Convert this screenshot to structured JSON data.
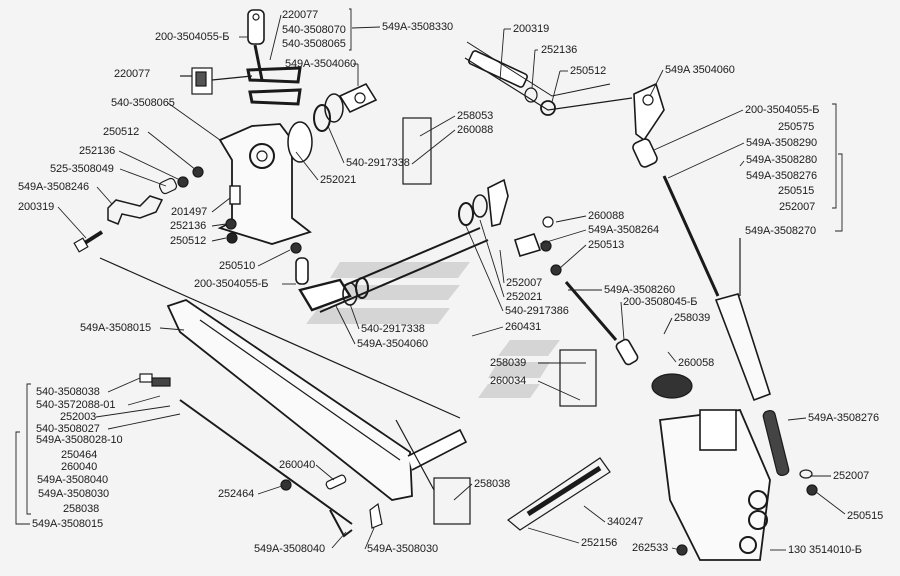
{
  "title": "Gear shift mechanism (exploded parts diagram)",
  "labels": {
    "top_group": [
      "220077",
      "540-3508070",
      "540-3508065"
    ],
    "top_group_assembly": "549A-3508330",
    "l_200_3504055_b_top": "200-3504055-Б",
    "l_220077_left": "220077",
    "l_549a_3504060_top": "549A-3504060",
    "l_200319_top": "200319",
    "l_252136_top": "252136",
    "l_250512_top": "250512",
    "l_549a_3504060_right": "549A 3504060",
    "l_540_3508065": "540-3508065",
    "l_250512_left": "250512",
    "l_252136_left": "252136",
    "l_525_3508049": "525-3508049",
    "l_549a_3508246": "549A-3508246",
    "l_200319_left": "200319",
    "l_201497": "201497",
    "l_252136_mid": "252136",
    "l_250512_mid": "250512",
    "l_250510": "250510",
    "l_258053": "258053",
    "l_260088_top": "260088",
    "l_540_2917338_top": "540-2917338",
    "l_252021_top": "252021",
    "right_group": [
      "200-3504055-Б",
      "250575",
      "549A-3508290",
      "549A-3508280",
      "549A-3508276",
      "250515",
      "252007"
    ],
    "right_group_assembly": "549A-3508270",
    "l_260088_mid": "260088",
    "l_549a_3508264": "549A-3508264",
    "l_250513": "250513",
    "l_200_3504055_b_mid": "200-3504055-Б",
    "l_252007_mid": "252007",
    "l_252021_mid": "252021",
    "l_540_2917386": "540-2917386",
    "l_549a_3508260": "549A-3508260",
    "l_200_3508045_b": "200-3508045-Б",
    "l_258039_right": "258039",
    "l_260058": "260058",
    "l_540_2917338_mid": "540-2917338",
    "l_549a_3504060_mid": "549A-3504060",
    "l_260431": "260431",
    "l_549a_3508015": "549A-3508015",
    "l_258039_mid": "258039",
    "l_260034": "260034",
    "left_group": [
      "540-3508038",
      "540-3572088-01",
      "252003",
      "540-3508027",
      "549A-3508028-10",
      "250464",
      "260040",
      "549A-3508040",
      "549A-3508030",
      "258038"
    ],
    "left_group_assembly": "549A-3508015",
    "l_549a_3508276_bottom": "549A-3508276",
    "l_252007_bottom": "252007",
    "l_250515_bottom": "250515",
    "l_260040": "260040",
    "l_252464": "252464",
    "l_258038": "258038",
    "l_340247": "340247",
    "l_252156": "252156",
    "l_262533": "262533",
    "l_130_3514010_b": "130 3514010-Б",
    "l_549a_3508040": "549A-3508040",
    "l_549a_3508030": "549A-3508030"
  }
}
